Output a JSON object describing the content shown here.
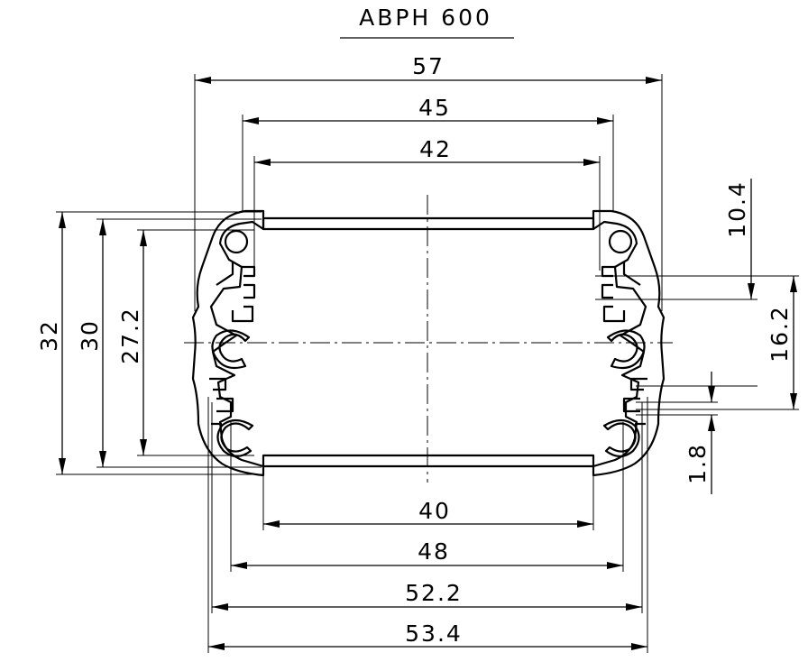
{
  "title": "ABPH 600",
  "dimensions": {
    "top_57": "57",
    "top_45": "45",
    "top_42": "42",
    "bottom_40": "40",
    "bottom_48": "48",
    "bottom_52_2": "52.2",
    "bottom_53_4": "53.4",
    "left_32": "32",
    "left_30": "30",
    "left_27_2": "27.2",
    "right_10_4": "10.4",
    "right_16_2": "16.2",
    "right_1_8": "1.8"
  },
  "colors": {
    "line": "#000000",
    "background": "#ffffff"
  }
}
